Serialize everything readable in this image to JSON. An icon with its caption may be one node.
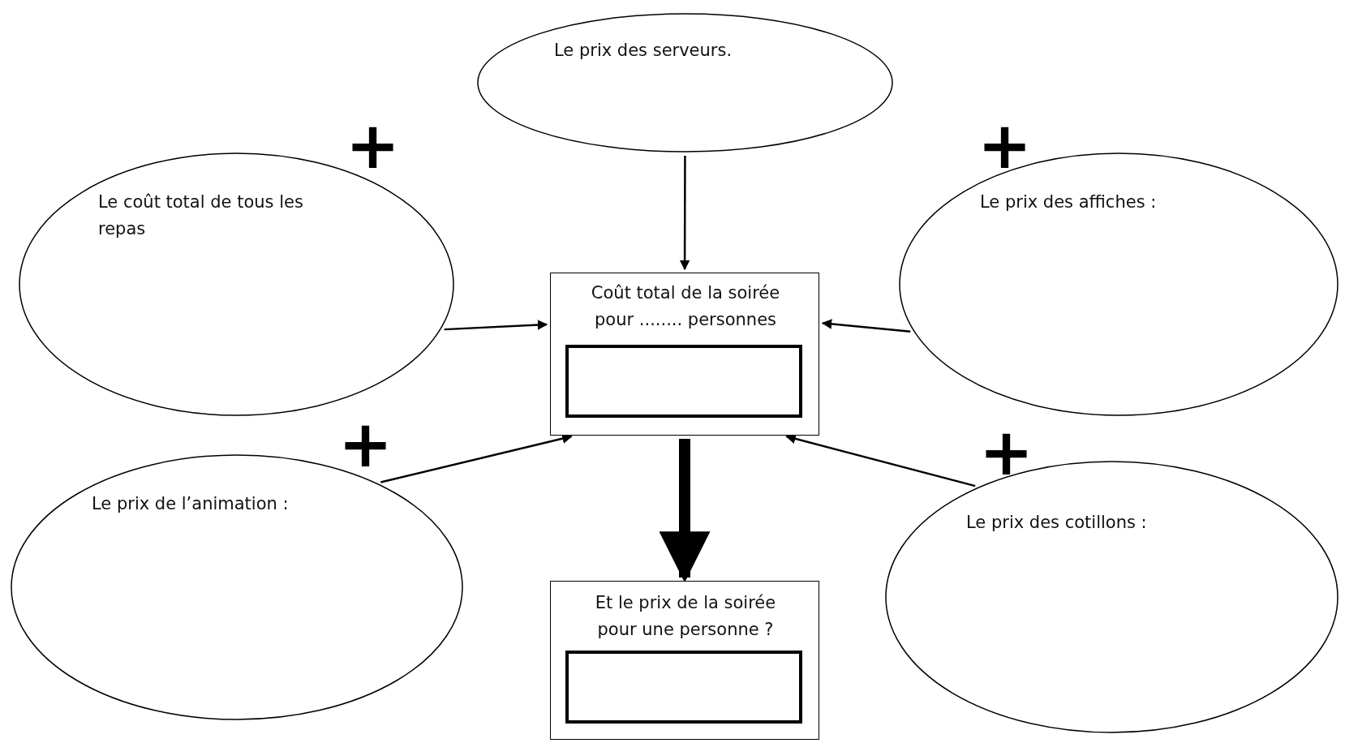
{
  "diagram": {
    "nodes": [
      {
        "text": [
          "Le prix des serveurs."
        ]
      },
      {
        "text": [
          "Le coût total de tous les repas"
        ]
      },
      {
        "text": [
          "Le prix des affiches :"
        ]
      },
      {
        "text": [
          "Coût total de la soirée pour ........ personnes"
        ]
      },
      {
        "text": [],
        "shape": "box",
        "in": 3
      },
      {
        "text": [
          "Le prix de l’animation :"
        ]
      },
      {
        "text": [
          "Le prix des cotillons :"
        ]
      },
      {
        "text": [
          "Et le prix de la soirée pour une personne ?"
        ]
      },
      {
        "text": [],
        "shape": "box",
        "in": 7
      }
    ],
    "edges": [
      {
        "from": 0,
        "to": 3,
        "arrow": "to"
      },
      {
        "from": 1,
        "to": 3,
        "arrow": "to"
      },
      {
        "from": 2,
        "to": 3,
        "arrow": "to"
      },
      {
        "from": 5,
        "to": 3,
        "arrow": "to"
      },
      {
        "from": 6,
        "to": 3,
        "arrow": "to"
      },
      {
        "from": 3,
        "to": 7,
        "arrow": "to",
        "style": "thick"
      }
    ],
    "labels": [
      "+",
      "+",
      "+",
      "+"
    ]
  }
}
